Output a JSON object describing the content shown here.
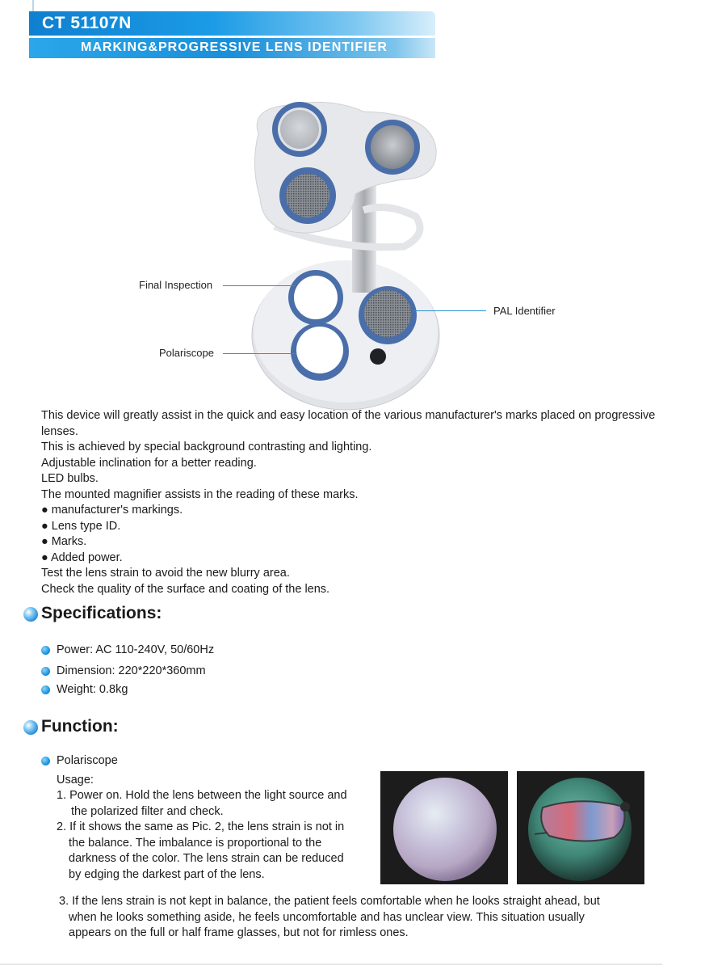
{
  "header": {
    "model": "CT 51107N",
    "subtitle": "MARKING&PROGRESSIVE LENS IDENTIFIER"
  },
  "product_image": {
    "callouts": {
      "final_inspection": "Final Inspection",
      "pal_identifier": "PAL Identifier",
      "polariscope": "Polariscope"
    },
    "accent_color": "#4a6ea9"
  },
  "description": [
    "This device will greatly assist in the quick and easy location of the various manufacturer's marks placed on progressive lenses.",
    "This is achieved by special background contrasting and lighting.",
    "Adjustable inclination for a better reading.",
    "LED bulbs.",
    "The mounted magnifier assists in the reading of these marks.",
    "● manufacturer's markings.",
    "● Lens type ID.",
    "● Marks.",
    "● Added power.",
    "Test the lens strain to avoid the new blurry area.",
    "Check the quality of the surface and coating of the lens."
  ],
  "specifications": {
    "heading": "Specifications:",
    "items": [
      "Power: AC 110-240V, 50/60Hz",
      "Dimension: 220*220*360mm",
      "Weight: 0.8kg"
    ]
  },
  "function": {
    "heading": "Function:",
    "item": "Polariscope",
    "usage_label": "Usage:",
    "step1": [
      "1. Power on. Hold the lens between the light source and",
      "the polarized filter and check."
    ],
    "step2": [
      "2. If it shows the same as Pic. 2, the lens strain is not in",
      "the balance. The imbalance is proportional to the",
      "darkness of the color. The lens strain can be reduced",
      "by edging the darkest part of the lens."
    ],
    "step3": [
      "3. If the lens strain is not kept in balance, the patient feels comfortable when he looks straight ahead, but",
      "when he looks something aside, he feels uncomfortable and has unclear view. This situation usually",
      "appears on the full or half frame glasses, but not for rimless ones."
    ]
  },
  "colors": {
    "header_blue": "#1b9be6",
    "bullet_blue": "#1b95e2"
  }
}
